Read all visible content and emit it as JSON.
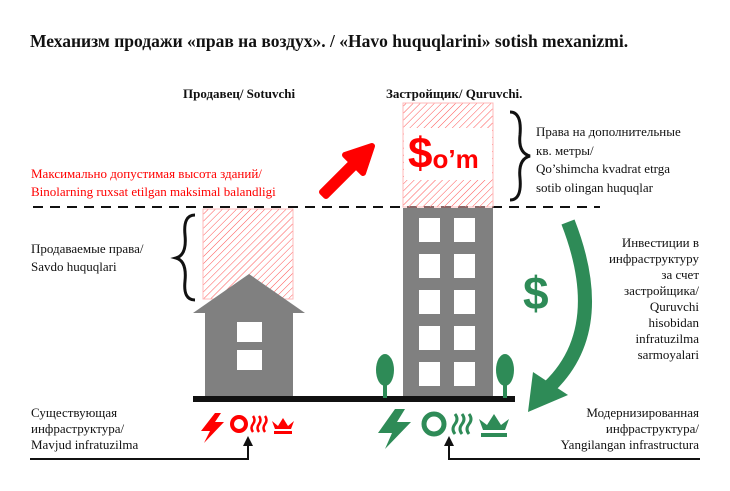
{
  "title": "Механизм продажи  «прав на воздух». / «Havo huquqlarini» sotish mexanizmi.",
  "seller_label": "Продавец/ Sotuvchi",
  "developer_label": "Застройщик/ Quruvchi.",
  "max_height": [
    "Максимально допустимая высота зданий/",
    "Binolarning ruxsat etilgan maksimal balandligi"
  ],
  "sold_rights": [
    "Продаваемые права/",
    "Savdo huquqlari"
  ],
  "additional_rights": [
    "Права на дополнительные",
    "кв. метры/",
    "Qo’shimcha kvadrat etrga",
    "sotib olingan huquqlar"
  ],
  "investment": [
    "Инвестиции в",
    "инфраструктуру",
    "за счет",
    "застройщика/",
    "Quruvchi",
    "hisobidan",
    "infratuzilma",
    "sarmoyalari"
  ],
  "existing_infra": [
    "Существующая",
    "инфраструктура/",
    "Mavjud infratuzilma"
  ],
  "modern_infra": [
    "Модернизированная",
    "инфраструктура/",
    "Yangilangan infrastructura"
  ],
  "currency_label": "$o’m",
  "dollar_sign": "$",
  "colors": {
    "red": "#ff0000",
    "green": "#2e8b57",
    "gray": "#808080"
  }
}
